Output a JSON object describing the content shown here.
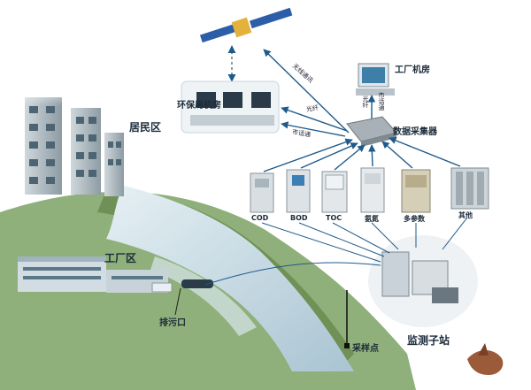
{
  "labels": {
    "residential": "居民区",
    "factory": "工厂区",
    "outfall": "排污口",
    "sampling_point": "采样点",
    "substation": "监测子站",
    "data_collector": "数据采集器",
    "epb_room": "环保局机房",
    "factory_room": "工厂机房",
    "satellite_link": "无线通讯",
    "fiber_1": "光纤",
    "phone_1": "市话通",
    "fiber_2": "光纤",
    "phone_2": "市话通"
  },
  "instruments": [
    {
      "label": "COD"
    },
    {
      "label": "BOD"
    },
    {
      "label": "TOC"
    },
    {
      "label": "氨氮"
    },
    {
      "label": "多参数"
    },
    {
      "label": "其他"
    }
  ],
  "colors": {
    "water": "#c8dde6",
    "land": "#7fa36a",
    "arrow": "#1f5a8a",
    "cabinet": "#d8dde2"
  }
}
